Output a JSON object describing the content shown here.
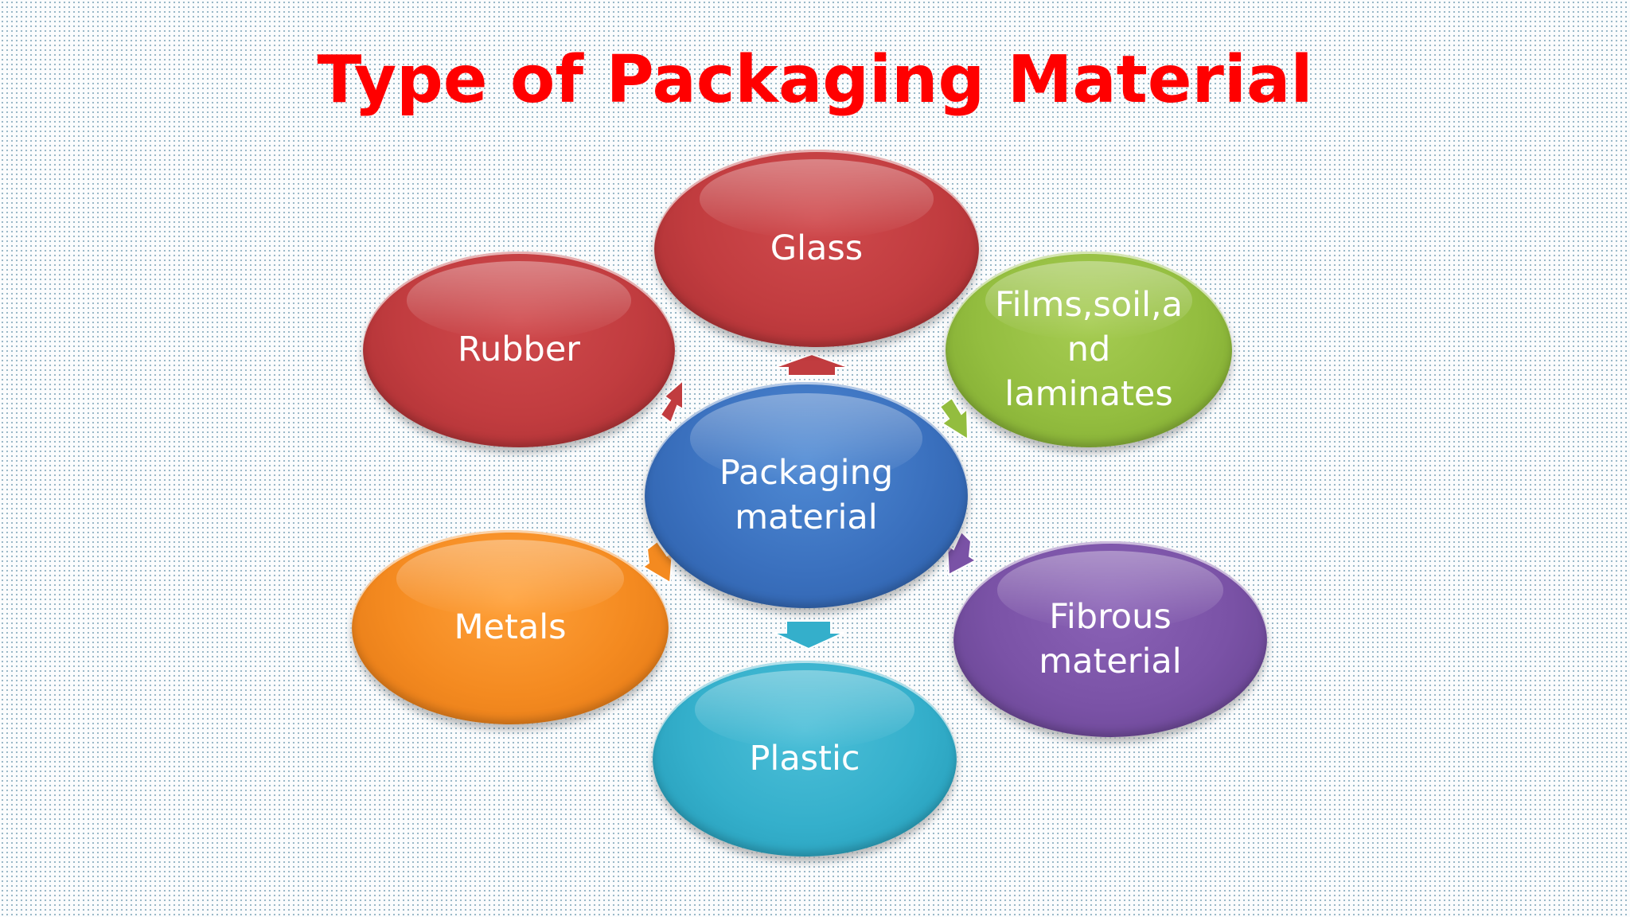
{
  "title": "Type of Packaging Material",
  "center": {
    "label_lines": [
      "Packaging",
      "material"
    ],
    "color": "#3a70be"
  },
  "satellites": {
    "glass": {
      "label_lines": [
        "Glass"
      ],
      "color": "#c13c3f"
    },
    "films": {
      "label_lines": [
        "Films,soil,a",
        "nd",
        "laminates"
      ],
      "color": "#93bd3f"
    },
    "fibrous": {
      "label_lines": [
        "Fibrous",
        "material"
      ],
      "color": "#7a52a6"
    },
    "plastic": {
      "label_lines": [
        "Plastic"
      ],
      "color": "#34afcb"
    },
    "metals": {
      "label_lines": [
        "Metals"
      ],
      "color": "#f48a20"
    },
    "rubber": {
      "label_lines": [
        "Rubber"
      ],
      "color": "#c13c3f"
    }
  }
}
